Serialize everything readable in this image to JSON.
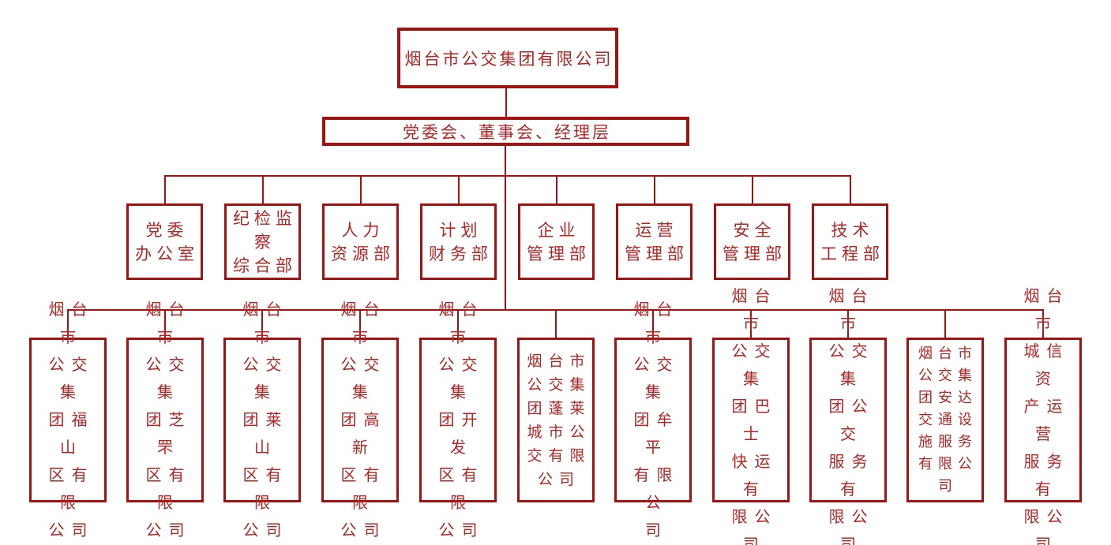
{
  "colors": {
    "line": "#a21212",
    "text": "#b32626",
    "background": "#ffffff"
  },
  "root": {
    "label": "烟台市公交集团有限公司"
  },
  "governance": {
    "label": "党委会、董事会、经理层"
  },
  "departments": [
    {
      "label": "党委\n办公室"
    },
    {
      "label": "纪检监\n察\n综合部"
    },
    {
      "label": "人力\n资源部"
    },
    {
      "label": "计划\n财务部"
    },
    {
      "label": "企业\n管理部"
    },
    {
      "label": "运营\n管理部"
    },
    {
      "label": "安全\n管理部"
    },
    {
      "label": "技术\n工程部"
    }
  ],
  "subsidiaries": [
    {
      "label": "烟台市\n公交集\n团福山\n区有限\n公司"
    },
    {
      "label": "烟台市\n公交集\n团芝罘\n区有限\n公司"
    },
    {
      "label": "烟台市\n公交集\n团莱山\n区有限\n公司"
    },
    {
      "label": "烟台市\n公交集\n团高新\n区有限\n公司"
    },
    {
      "label": "烟台市\n公交集\n团开发\n区有限\n公司"
    },
    {
      "label": "烟台市\n公交集\n团蓬莱\n城市公\n交有限\n公司"
    },
    {
      "label": "烟台市\n公交集\n团牟平\n有限公\n司"
    },
    {
      "label": "烟台市\n公交集\n团巴士\n快运有\n限公司"
    },
    {
      "label": "烟台市\n公交集\n团公交\n服务有\n限公司"
    },
    {
      "label": "烟台市\n公交集\n团安达\n交通设\n施服务\n有限公\n司"
    },
    {
      "label": "烟台市\n城信资\n产运营\n服务有\n限公司"
    }
  ]
}
